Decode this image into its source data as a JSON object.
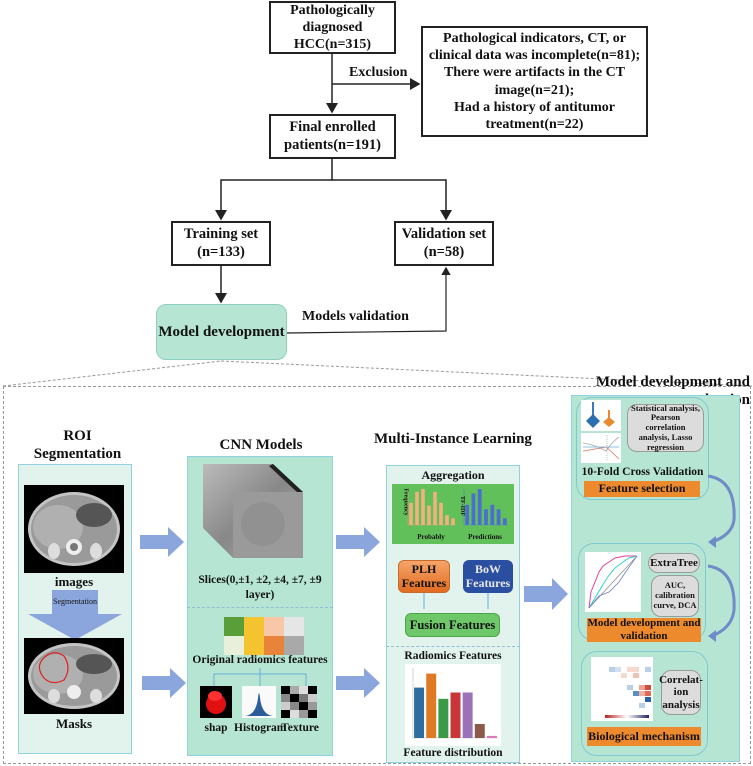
{
  "flowchart": {
    "diagnosed": "Pathologically diagnosed HCC(n=315)",
    "exclusion_label": "Exclusion",
    "exclusion_criteria": [
      "Pathological indicators, CT, or clinical data was incomplete(n=81);",
      "There were artifacts in the CT image(n=21);",
      "Had a history of antitumor treatment(n=22)"
    ],
    "enrolled": "Final enrolled patients(n=191)",
    "training": {
      "label": "Training set",
      "count": "(n=133)"
    },
    "validation": {
      "label": "Validation set",
      "count": "(n=58)"
    },
    "model_development": "Model development",
    "models_validation_label": "Models validation"
  },
  "pipeline": {
    "roi": {
      "title": "ROI Segmentation",
      "images_caption": "images",
      "segmentation_arrow_label": "Segmentation",
      "masks_caption": "Masks"
    },
    "cnn": {
      "title": "CNN Models",
      "slices_caption": "Slices(0,±1, ±2, ±4, ±7, ±9 layer)",
      "radiomics_caption": "Original radiomics features",
      "sub_features": [
        "shap",
        "Histogram",
        "Texture"
      ],
      "grid_colors": [
        "#5a9e3a",
        "#f4c430",
        "#f7c7a8",
        "#e6e6e6",
        "#e8f0dc",
        "#f4c430",
        "#e8843a",
        "#a9a9a9"
      ]
    },
    "mil": {
      "title": "Multi-Instance Learning",
      "aggregation_label": "Aggregation",
      "left_chart": {
        "ylabel": "Frequency",
        "xlabel": "Probably",
        "color": "#f2b27f",
        "values": [
          4,
          6,
          6.5,
          3.5,
          6,
          4,
          1.8,
          1.2
        ]
      },
      "right_chart": {
        "ylabel": "TF-IDF",
        "xlabel": "Predictions",
        "color": "#4a6fd0",
        "values": [
          4.5,
          7,
          8,
          3.5,
          4.5,
          3.5,
          1.5
        ]
      },
      "plh_label": "PLH Features",
      "bow_label": "BoW Features",
      "fusion_label": "Fusion Features",
      "radiomics_label": "Radiomics Features",
      "distribution_caption": "Feature distribution",
      "distribution_bars": [
        {
          "value": 72,
          "color": "#2e6e9e"
        },
        {
          "value": 92,
          "color": "#e07b25"
        },
        {
          "value": 56,
          "color": "#3a9a45"
        },
        {
          "value": 65,
          "color": "#c9363a"
        },
        {
          "value": 65,
          "color": "#9b72b8"
        },
        {
          "value": 20,
          "color": "#8c5a4a"
        },
        {
          "value": 3,
          "color": "#e07ac0"
        }
      ]
    },
    "evaluation": {
      "title": "Model development and evaluation",
      "feature_selection": {
        "methods": "Statistical analysis, Pearson correlation analysis, Lasso regression",
        "cv_label": "10-Fold Cross Validation",
        "bar_label": "Feature selection"
      },
      "model_dev": {
        "algorithm": "ExtraTree",
        "metrics": "AUC, calibration curve, DCA",
        "bar_label": "Model development and validation"
      },
      "biological": {
        "analysis": "Correlat- ion analysis",
        "bar_label": "Biological mechanism"
      }
    }
  }
}
